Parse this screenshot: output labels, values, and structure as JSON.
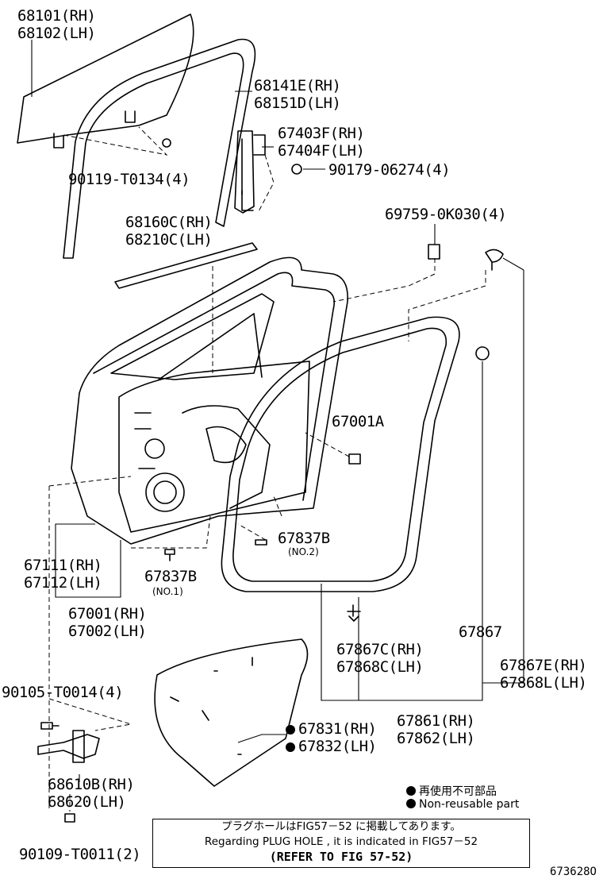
{
  "labels": {
    "window_glass": [
      "68101(RH)",
      "68102(LH)"
    ],
    "run_channel": [
      "68141E(RH)",
      "68151D(LH)"
    ],
    "sash": [
      "67403F(RH)",
      "67404F(LH)"
    ],
    "nut": "90179-06274(4)",
    "bolt_glass": "90119-T0134(4)",
    "clip_top": "69759-0K030(4)",
    "belt_moulding": [
      "68160C(RH)",
      "68210C(LH)"
    ],
    "hole_plug": "67001A",
    "clip_b2_code": "67837B",
    "clip_b2_sub": "(NO.2)",
    "cover": [
      "67111(RH)",
      "67112(LH)"
    ],
    "clip_b1_code": "67837B",
    "clip_b1_sub": "(NO.1)",
    "door_panel": [
      "67001(RH)",
      "67002(LH)"
    ],
    "clip_weather": [
      "67867C(RH)",
      "67868C(LH)"
    ],
    "clip_plain": "67867",
    "clip_e": [
      "67867E(RH)",
      "67868L(LH)"
    ],
    "weatherstrip": [
      "67861(RH)",
      "67862(LH)"
    ],
    "bolt_check": "90105-T0014(4)",
    "check": [
      "68610B(RH)",
      "68620(LH)"
    ],
    "bolt_bottom": "90109-T0011(2)",
    "service_hole_cover": [
      "67831(RH)",
      "67832(LH)"
    ]
  },
  "legend": {
    "ja": "再使用不可部品",
    "en": "Non-reusable part"
  },
  "note": {
    "line1": "プラグホールはFIG57－52 に掲載してあります。",
    "line2": "Regarding PLUG HOLE , it is indicated in FIG57－52",
    "line3": "(REFER TO FIG 57-52)"
  },
  "illustration_code": "673628O",
  "colors": {
    "line": "#000000",
    "background": "#ffffff"
  }
}
